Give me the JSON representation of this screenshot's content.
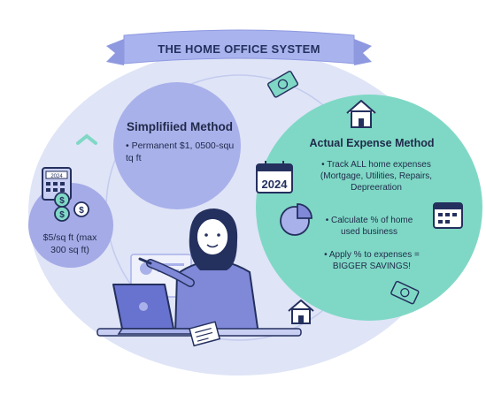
{
  "title": "THE HOME OFFICE SYSTEM",
  "simplified": {
    "title": "Simplifiied Method",
    "bullet": "• Permanent $1, 0500-squ tq ft"
  },
  "rate": {
    "text": "$5/sq ft (max 300 sq ft)"
  },
  "actual": {
    "title": "Actual Expense Method",
    "bullets": [
      "• Track ALL home expenses (Mortgage, Utilities, Repairs, Depreeration",
      "• Calculate % of home used business",
      "• Apply % to expenses = BIGGER SAVINGS!"
    ]
  },
  "calendar_year": "2024",
  "calculator_year": "2024",
  "colors": {
    "ribbon": "#a9b3ee",
    "bg_circle": "#dfe4f7",
    "simple_circle": "#a9b1ea",
    "left_circle": "#a5abe6",
    "actual_circle": "#7fd8c5",
    "navy": "#24305e"
  },
  "icons": [
    "money-icon",
    "house-icon",
    "calendar-icon",
    "calculator-icon",
    "coin-icon",
    "pie-chart-icon",
    "laptop-icon",
    "document-icon",
    "chevron-icon"
  ]
}
